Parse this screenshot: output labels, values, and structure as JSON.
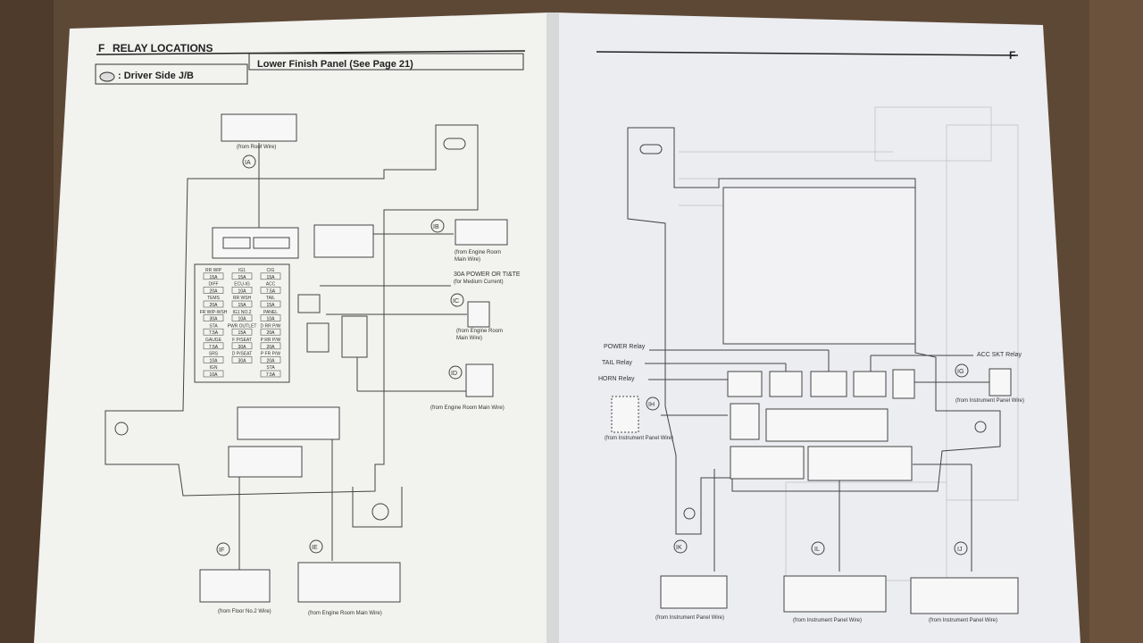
{
  "header": {
    "section_letter": "F",
    "title": "RELAY LOCATIONS",
    "jb_label": ": Driver Side J/B",
    "location_text": "Lower Finish Panel (See Page 21)",
    "right_letter": "F"
  },
  "left_page": {
    "connectors": {
      "IA": {
        "id": "IA",
        "wire": "(from Roof Wire)"
      },
      "IB": {
        "id": "IB",
        "wire_line1": "(from Engine Room",
        "wire_line2": "Main Wire)"
      },
      "IC": {
        "id": "IC",
        "wire_line1": "(from Engine Room",
        "wire_line2": "Main Wire)"
      },
      "ID": {
        "id": "ID",
        "wire": "(from Engine Room Main Wire)"
      },
      "IE": {
        "id": "IE",
        "wire": "(from Engine Room Main Wire)"
      },
      "IF": {
        "id": "IF",
        "wire": "(from Floor No.2 Wire)"
      }
    },
    "relay_30a": {
      "line1": "30A POWER OR TI&TE",
      "line2": "(for Medium Current)"
    },
    "fuses": [
      [
        "RR WIP",
        "IG1",
        "CIG"
      ],
      [
        "15A",
        "15A",
        "15A"
      ],
      [
        "DIFF",
        "ECU-IG",
        "ACC"
      ],
      [
        "20A",
        "10A",
        "7.5A"
      ],
      [
        "TEMS",
        "RR WSH",
        "TAIL"
      ],
      [
        "20A",
        "15A",
        "15A"
      ],
      [
        "FR WIP-WSH",
        "IG1 NO.2",
        "PANEL"
      ],
      [
        "30A",
        "10A",
        "10A"
      ],
      [
        "STA",
        "PWR OUTLET",
        "D RR P/W"
      ],
      [
        "7.5A",
        "15A",
        "20A"
      ],
      [
        "GAUGE",
        "F P/SEAT",
        "P RR P/W"
      ],
      [
        "7.5A",
        "30A",
        "20A"
      ],
      [
        "SRS",
        "D P/SEAT",
        "P FR P/W"
      ],
      [
        "10A",
        "30A",
        "20A"
      ],
      [
        "IGN",
        "",
        "STA"
      ],
      [
        "10A",
        "",
        "7.5A"
      ]
    ]
  },
  "right_page": {
    "relays": {
      "power": "POWER Relay",
      "tail": "TAIL Relay",
      "horn": "HORN Relay",
      "acc_skt": "ACC SKT Relay"
    },
    "connectors": {
      "IG": {
        "id": "IG",
        "wire": "(from Instrument Panel Wire)"
      },
      "IH": {
        "id": "IH",
        "wire": "(from Instrument Panel Wire)"
      },
      "IK": {
        "id": "IK",
        "wire": "(from Instrument Panel Wire)"
      },
      "IL": {
        "id": "IL",
        "wire": "(from Instrument Panel Wire)"
      },
      "IJ": {
        "id": "IJ",
        "wire": "(from Instrument Panel Wire)"
      }
    }
  }
}
